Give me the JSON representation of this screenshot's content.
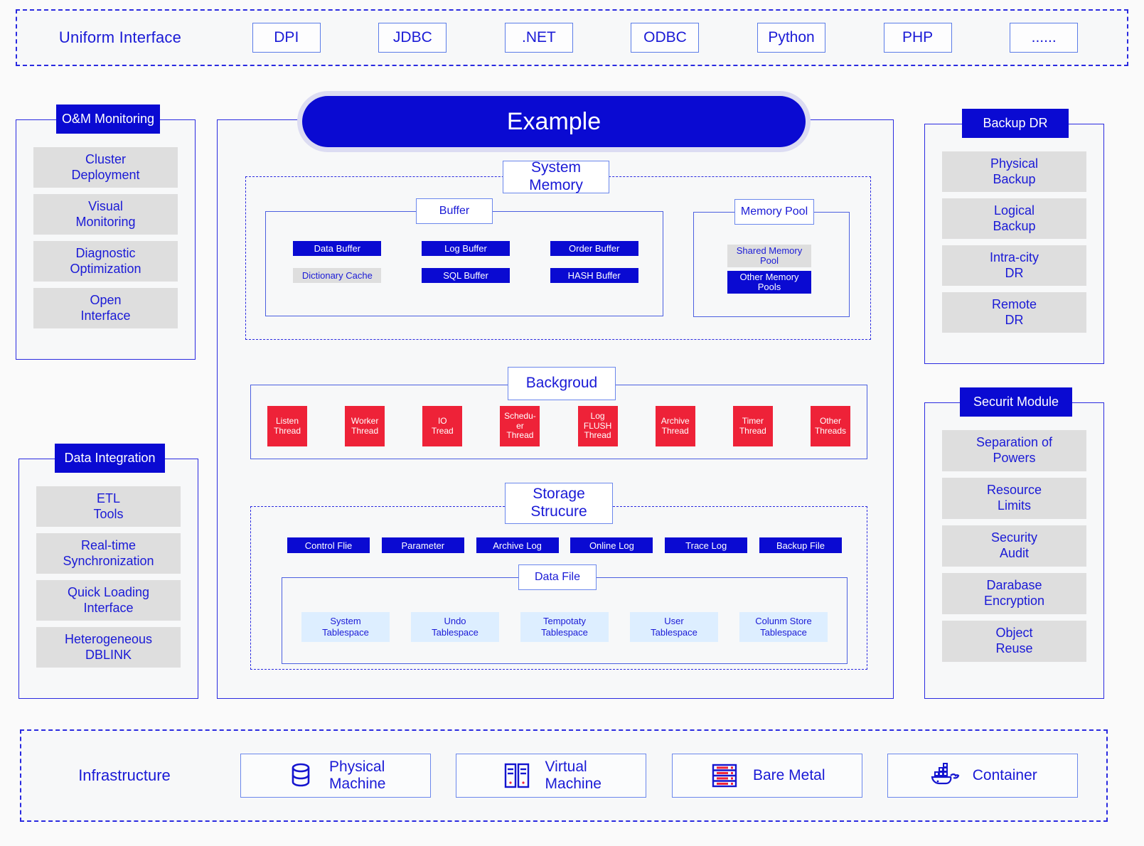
{
  "uniform_interface": {
    "label": "Uniform Interface",
    "items": [
      {
        "label": "DPI"
      },
      {
        "label": "JDBC"
      },
      {
        "label": ".NET"
      },
      {
        "label": "ODBC"
      },
      {
        "label": "Python"
      },
      {
        "label": "PHP"
      },
      {
        "label": "......"
      }
    ]
  },
  "banner": {
    "title": "Example"
  },
  "left_panels": [
    {
      "title": "O&M Monitoring",
      "items": [
        "Cluster\nDeployment",
        "Visual\nMonitoring",
        "Diagnostic\nOptimization",
        "Open\nInterface"
      ]
    },
    {
      "title": "Data Integration",
      "items": [
        "ETL\nTools",
        "Real-time\nSynchronization",
        "Quick Loading\nInterface",
        "Heterogeneous\nDBLINK"
      ]
    }
  ],
  "right_panels": [
    {
      "title": "Backup DR",
      "items": [
        "Physical\nBackup",
        "Logical\nBackup",
        "Intra-city\nDR",
        "Remote\nDR"
      ]
    },
    {
      "title": "Securit Module",
      "items": [
        "Separation of\nPowers",
        "Resource\nLimits",
        "Security\nAudit",
        "Darabase\nEncryption",
        "Object\nReuse"
      ]
    }
  ],
  "system_memory": {
    "title": "System Memory",
    "buffer": {
      "title": "Buffer",
      "chips": [
        {
          "label": "Data Buffer",
          "style": "blue"
        },
        {
          "label": "Log Buffer",
          "style": "blue"
        },
        {
          "label": "Order Buffer",
          "style": "blue"
        },
        {
          "label": "Dictionary Cache",
          "style": "gray"
        },
        {
          "label": "SQL Buffer",
          "style": "blue"
        },
        {
          "label": "HASH Buffer",
          "style": "blue"
        }
      ]
    },
    "memory_pool": {
      "title": "Memory Pool",
      "chips": [
        {
          "label": "Shared Memory\nPool",
          "style": "gray"
        },
        {
          "label": "Other Memory\nPools",
          "style": "blue"
        }
      ]
    }
  },
  "background": {
    "title": "Backgroud",
    "threads": [
      "Listen\nThread",
      "Worker\nThread",
      "IO\nTread",
      "Schedu-\ner\nThread",
      "Log\nFLUSH\nThread",
      "Archive\nThread",
      "Timer\nThread",
      "Other\nThreads"
    ]
  },
  "storage_structure": {
    "title": "Storage\nStrucure",
    "files": [
      "Control Flie",
      "Parameter",
      "Archive Log",
      "Online Log",
      "Trace Log",
      "Backup File"
    ],
    "data_file": {
      "title": "Data File",
      "tablespaces": [
        "System\nTablespace",
        "Undo\nTablespace",
        "Tempotaty\nTablespace",
        "User\nTablespace",
        "Colunm Store\nTablespace"
      ]
    }
  },
  "infrastructure": {
    "label": "Infrastructure",
    "items": [
      {
        "label": "Physical\nMachine",
        "icon": "database-cylinder-icon"
      },
      {
        "label": "Virtual\nMachine",
        "icon": "server-cabinet-icon"
      },
      {
        "label": "Bare Metal",
        "icon": "server-rack-icon"
      },
      {
        "label": "Container",
        "icon": "docker-whale-icon"
      }
    ]
  },
  "colors": {
    "brand_blue": "#0a0ad2",
    "line_blue": "#2a2ae0",
    "accent_red": "#ee2238",
    "chip_gray": "#dedede",
    "tablespace_blue": "#ddeeff",
    "page_bg": "#fafafa"
  }
}
